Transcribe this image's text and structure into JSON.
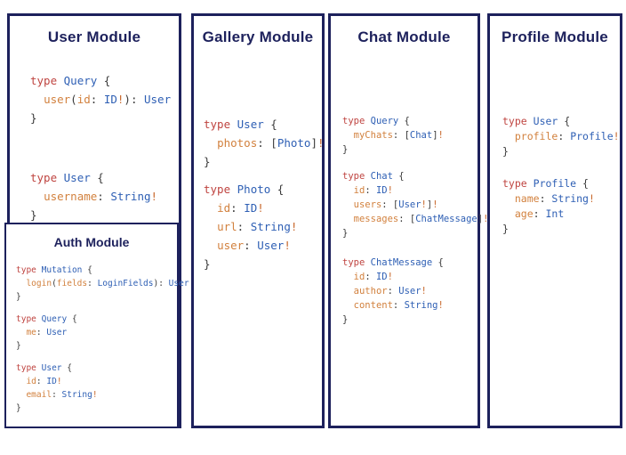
{
  "colors": {
    "border_navy": "#1d215c",
    "title_navy": "#1d215c",
    "code_keyword": "#bf4440",
    "code_type": "#2e5fb4",
    "code_field": "#d2813e",
    "code_punct": "#3a3a3a",
    "code_bang": "#c96a2e"
  },
  "modules": {
    "user": {
      "title": "User Module",
      "blocks": [
        {
          "lines": [
            [
              [
                "type",
                "k"
              ],
              [
                " ",
                "p"
              ],
              [
                "Query",
                "t"
              ],
              [
                " {",
                "p"
              ]
            ],
            [
              [
                "  ",
                "p"
              ],
              [
                "user",
                "f"
              ],
              [
                "(",
                "p"
              ],
              [
                "id",
                "f"
              ],
              [
                ": ",
                "p"
              ],
              [
                "ID",
                "t"
              ],
              [
                "!",
                "b"
              ],
              [
                "): ",
                "p"
              ],
              [
                "User",
                "t"
              ]
            ],
            [
              [
                "}",
                "p"
              ]
            ]
          ]
        },
        {
          "lines": [
            [
              [
                "type",
                "k"
              ],
              [
                " ",
                "p"
              ],
              [
                "User",
                "t"
              ],
              [
                " {",
                "p"
              ]
            ],
            [
              [
                "  ",
                "p"
              ],
              [
                "username",
                "f"
              ],
              [
                ": ",
                "p"
              ],
              [
                "String",
                "t"
              ],
              [
                "!",
                "b"
              ]
            ],
            [
              [
                "}",
                "p"
              ]
            ]
          ]
        }
      ]
    },
    "auth": {
      "title": "Auth Module",
      "blocks": [
        {
          "lines": [
            [
              [
                "type",
                "k"
              ],
              [
                " ",
                "p"
              ],
              [
                "Mutation",
                "t"
              ],
              [
                " {",
                "p"
              ]
            ],
            [
              [
                "  ",
                "p"
              ],
              [
                "login",
                "f"
              ],
              [
                "(",
                "p"
              ],
              [
                "fields",
                "f"
              ],
              [
                ": ",
                "p"
              ],
              [
                "LoginFields",
                "t"
              ],
              [
                "): ",
                "p"
              ],
              [
                "User",
                "t"
              ]
            ],
            [
              [
                "}",
                "p"
              ]
            ]
          ]
        },
        {
          "lines": [
            [
              [
                "type",
                "k"
              ],
              [
                " ",
                "p"
              ],
              [
                "Query",
                "t"
              ],
              [
                " {",
                "p"
              ]
            ],
            [
              [
                "  ",
                "p"
              ],
              [
                "me",
                "f"
              ],
              [
                ": ",
                "p"
              ],
              [
                "User",
                "t"
              ]
            ],
            [
              [
                "}",
                "p"
              ]
            ]
          ]
        },
        {
          "lines": [
            [
              [
                "type",
                "k"
              ],
              [
                " ",
                "p"
              ],
              [
                "User",
                "t"
              ],
              [
                " {",
                "p"
              ]
            ],
            [
              [
                "  ",
                "p"
              ],
              [
                "id",
                "f"
              ],
              [
                ": ",
                "p"
              ],
              [
                "ID",
                "t"
              ],
              [
                "!",
                "b"
              ]
            ],
            [
              [
                "  ",
                "p"
              ],
              [
                "email",
                "f"
              ],
              [
                ": ",
                "p"
              ],
              [
                "String",
                "t"
              ],
              [
                "!",
                "b"
              ]
            ],
            [
              [
                "}",
                "p"
              ]
            ]
          ]
        }
      ]
    },
    "gallery": {
      "title": "Gallery Module",
      "blocks": [
        {
          "lines": [
            [
              [
                "type",
                "k"
              ],
              [
                " ",
                "p"
              ],
              [
                "User",
                "t"
              ],
              [
                " {",
                "p"
              ]
            ],
            [
              [
                "  ",
                "p"
              ],
              [
                "photos",
                "f"
              ],
              [
                ": ",
                "p"
              ],
              [
                "[",
                "p"
              ],
              [
                "Photo",
                "t"
              ],
              [
                "]",
                "p"
              ],
              [
                "!",
                "b"
              ]
            ],
            [
              [
                "}",
                "p"
              ]
            ]
          ]
        },
        {
          "lines": [
            [
              [
                "type",
                "k"
              ],
              [
                " ",
                "p"
              ],
              [
                "Photo",
                "t"
              ],
              [
                " {",
                "p"
              ]
            ],
            [
              [
                "  ",
                "p"
              ],
              [
                "id",
                "f"
              ],
              [
                ": ",
                "p"
              ],
              [
                "ID",
                "t"
              ],
              [
                "!",
                "b"
              ]
            ],
            [
              [
                "  ",
                "p"
              ],
              [
                "url",
                "f"
              ],
              [
                ": ",
                "p"
              ],
              [
                "String",
                "t"
              ],
              [
                "!",
                "b"
              ]
            ],
            [
              [
                "  ",
                "p"
              ],
              [
                "user",
                "f"
              ],
              [
                ": ",
                "p"
              ],
              [
                "User",
                "t"
              ],
              [
                "!",
                "b"
              ]
            ],
            [
              [
                "}",
                "p"
              ]
            ]
          ]
        }
      ]
    },
    "chat": {
      "title": "Chat Module",
      "blocks": [
        {
          "lines": [
            [
              [
                "type",
                "k"
              ],
              [
                " ",
                "p"
              ],
              [
                "Query",
                "t"
              ],
              [
                " {",
                "p"
              ]
            ],
            [
              [
                "  ",
                "p"
              ],
              [
                "myChats",
                "f"
              ],
              [
                ": ",
                "p"
              ],
              [
                "[",
                "p"
              ],
              [
                "Chat",
                "t"
              ],
              [
                "]",
                "p"
              ],
              [
                "!",
                "b"
              ]
            ],
            [
              [
                "}",
                "p"
              ]
            ]
          ]
        },
        {
          "lines": [
            [
              [
                "type",
                "k"
              ],
              [
                " ",
                "p"
              ],
              [
                "Chat",
                "t"
              ],
              [
                " {",
                "p"
              ]
            ],
            [
              [
                "  ",
                "p"
              ],
              [
                "id",
                "f"
              ],
              [
                ": ",
                "p"
              ],
              [
                "ID",
                "t"
              ],
              [
                "!",
                "b"
              ]
            ],
            [
              [
                "  ",
                "p"
              ],
              [
                "users",
                "f"
              ],
              [
                ": ",
                "p"
              ],
              [
                "[",
                "p"
              ],
              [
                "User",
                "t"
              ],
              [
                "!",
                "b"
              ],
              [
                "]",
                "p"
              ],
              [
                "!",
                "b"
              ]
            ],
            [
              [
                "  ",
                "p"
              ],
              [
                "messages",
                "f"
              ],
              [
                ": ",
                "p"
              ],
              [
                "[",
                "p"
              ],
              [
                "ChatMessage",
                "t"
              ],
              [
                "]",
                "p"
              ],
              [
                "!",
                "b"
              ]
            ],
            [
              [
                "}",
                "p"
              ]
            ]
          ]
        },
        {
          "lines": [
            [
              [
                "type",
                "k"
              ],
              [
                " ",
                "p"
              ],
              [
                "ChatMessage",
                "t"
              ],
              [
                " {",
                "p"
              ]
            ],
            [
              [
                "  ",
                "p"
              ],
              [
                "id",
                "f"
              ],
              [
                ": ",
                "p"
              ],
              [
                "ID",
                "t"
              ],
              [
                "!",
                "b"
              ]
            ],
            [
              [
                "  ",
                "p"
              ],
              [
                "author",
                "f"
              ],
              [
                ": ",
                "p"
              ],
              [
                "User",
                "t"
              ],
              [
                "!",
                "b"
              ]
            ],
            [
              [
                "  ",
                "p"
              ],
              [
                "content",
                "f"
              ],
              [
                ": ",
                "p"
              ],
              [
                "String",
                "t"
              ],
              [
                "!",
                "b"
              ]
            ],
            [
              [
                "}",
                "p"
              ]
            ]
          ]
        }
      ]
    },
    "profile": {
      "title": "Profile Module",
      "blocks": [
        {
          "lines": [
            [
              [
                "type",
                "k"
              ],
              [
                " ",
                "p"
              ],
              [
                "User",
                "t"
              ],
              [
                " {",
                "p"
              ]
            ],
            [
              [
                "  ",
                "p"
              ],
              [
                "profile",
                "f"
              ],
              [
                ": ",
                "p"
              ],
              [
                "Profile",
                "t"
              ],
              [
                "!",
                "b"
              ]
            ],
            [
              [
                "}",
                "p"
              ]
            ]
          ]
        },
        {
          "lines": [
            [
              [
                "type",
                "k"
              ],
              [
                " ",
                "p"
              ],
              [
                "Profile",
                "t"
              ],
              [
                " {",
                "p"
              ]
            ],
            [
              [
                "  ",
                "p"
              ],
              [
                "name",
                "f"
              ],
              [
                ": ",
                "p"
              ],
              [
                "String",
                "t"
              ],
              [
                "!",
                "b"
              ]
            ],
            [
              [
                "  ",
                "p"
              ],
              [
                "age",
                "f"
              ],
              [
                ": ",
                "p"
              ],
              [
                "Int",
                "t"
              ]
            ],
            [
              [
                "}",
                "p"
              ]
            ]
          ]
        }
      ]
    }
  }
}
